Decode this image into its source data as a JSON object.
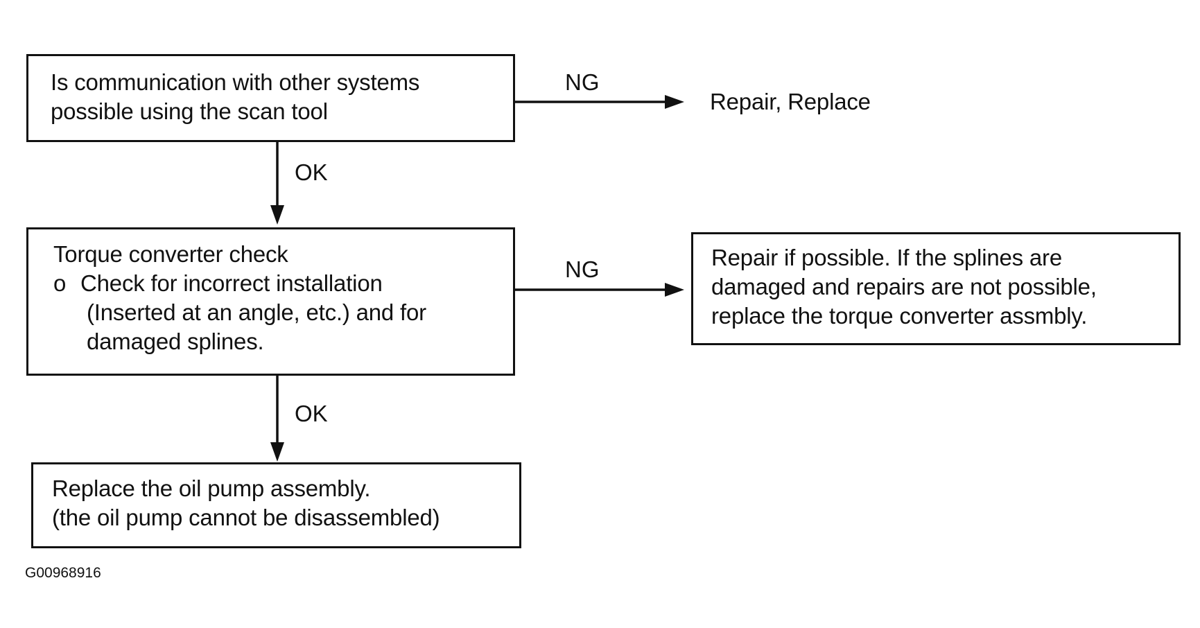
{
  "nodes": {
    "q1": {
      "line1": "Is communication with other systems",
      "line2": "possible using the scan tool"
    },
    "r1": {
      "text": "Repair, Replace"
    },
    "q2": {
      "line1": "Torque converter check",
      "bullet": "o",
      "line2": "Check for incorrect installation",
      "line3": "(Inserted at an angle, etc.) and for",
      "line4": "damaged splines."
    },
    "r2": {
      "line1": "Repair if possible. If the splines are",
      "line2": "damaged and repairs are not possible,",
      "line3": "replace the torque converter assmbly."
    },
    "final": {
      "line1": "Replace the oil pump assembly.",
      "line2": "(the oil pump cannot be disassembled)"
    }
  },
  "edges": {
    "q1_ng": "NG",
    "q1_ok": "OK",
    "q2_ng": "NG",
    "q2_ok": "OK"
  },
  "figure_code": "G00968916"
}
